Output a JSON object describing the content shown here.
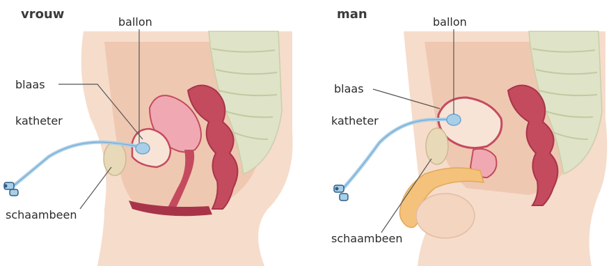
{
  "panels": {
    "female": {
      "title": "vrouw",
      "labels": {
        "balloon": "ballon",
        "bladder": "blaas",
        "catheter": "katheter",
        "pubic_bone": "schaambeen"
      }
    },
    "male": {
      "title": "man",
      "labels": {
        "balloon": "ballon",
        "bladder": "blaas",
        "catheter": "katheter",
        "pubic_bone": "schaambeen"
      }
    }
  },
  "colors": {
    "skin": "#f6dccb",
    "skin_dark": "#eec2a8",
    "flesh": "#e9b7a0",
    "organ": "#c44b5e",
    "organ_dark": "#a8344a",
    "organ_light": "#f0a9b2",
    "spine": "#dfe3c8",
    "catheter": "#a9cfe8",
    "catheter_dark": "#6fa5cf",
    "bone": "#e8d9b8",
    "penis": "#f4c27a",
    "leader_line": "#555555"
  }
}
